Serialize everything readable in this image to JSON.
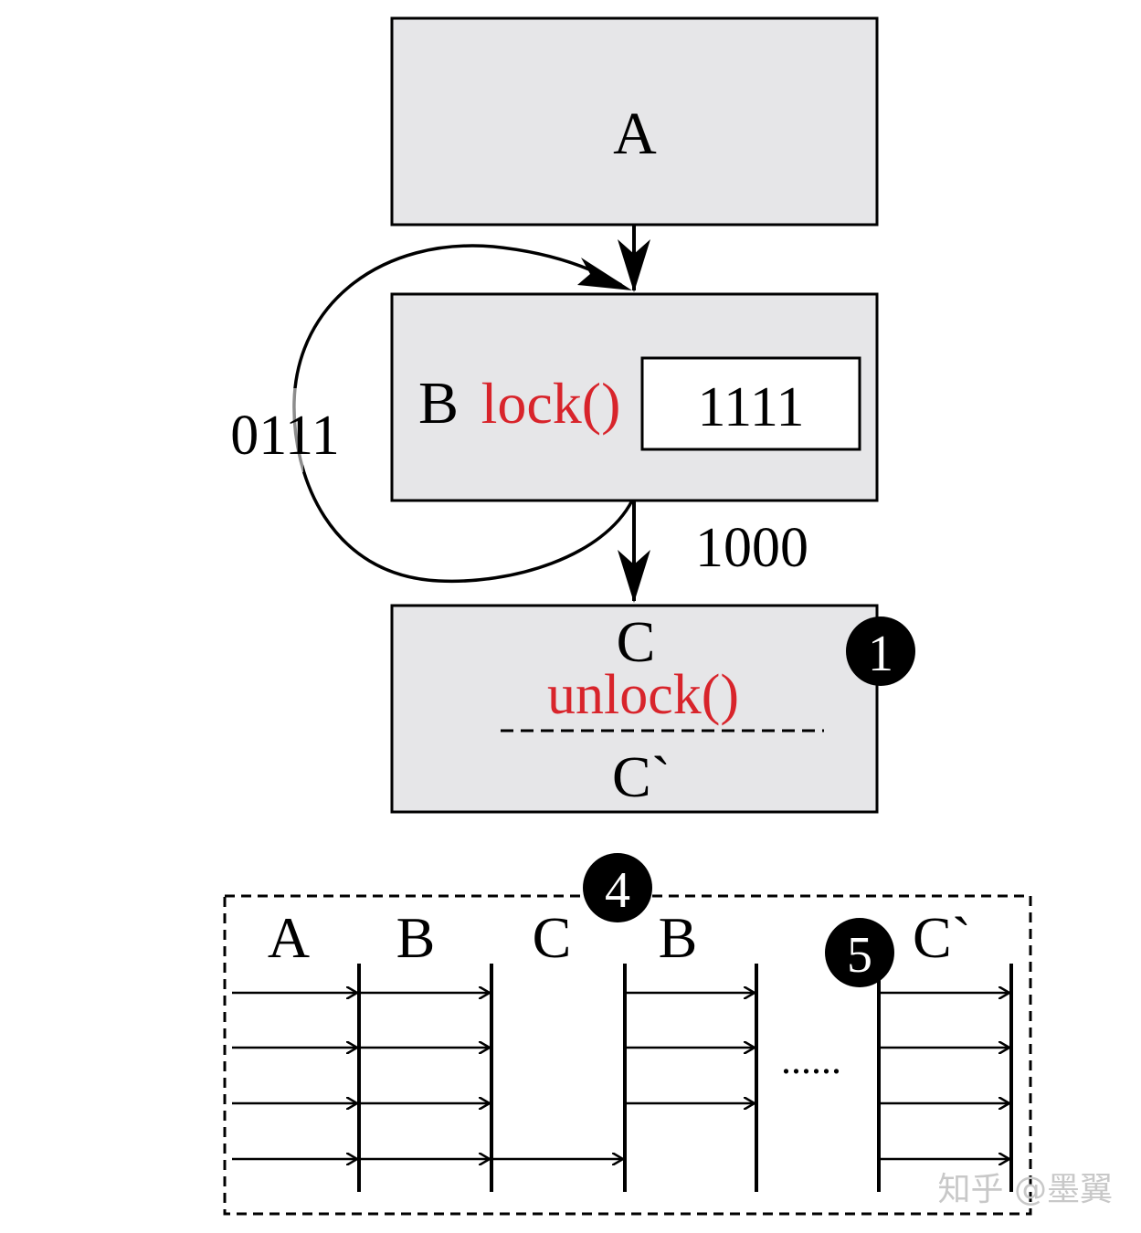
{
  "colors": {
    "box_fill": "#e6e6e8",
    "stroke": "#000000",
    "lock_text": "#d8242b",
    "watermark": "#c8c8c8"
  },
  "flow": {
    "box_a_label": "A",
    "box_b_label": "B",
    "box_b_call": "lock()",
    "box_b_value": "1111",
    "loop_label": "0111",
    "down_label": "1000",
    "box_c_label": "C",
    "box_c_call": "unlock()",
    "box_c_prime_label": "C`",
    "badge_1": "1"
  },
  "timeline": {
    "badge_4": "4",
    "badge_5": "5",
    "phases": [
      "A",
      "B",
      "C",
      "B",
      "C`"
    ],
    "ellipsis": "......"
  },
  "watermark": "知乎 @墨翼"
}
